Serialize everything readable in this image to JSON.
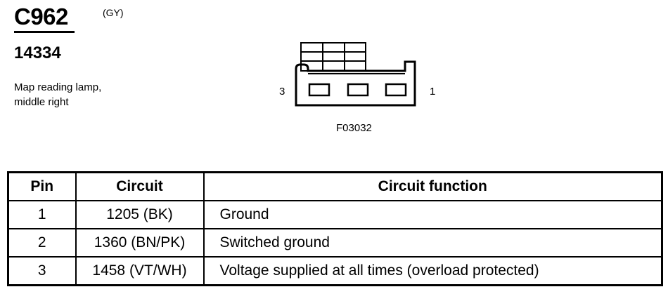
{
  "header": {
    "connector_id": "C962",
    "color_code": "(GY)",
    "part_number": "14334",
    "location_line1": "Map reading lamp,",
    "location_line2": "middle right"
  },
  "diagram": {
    "pin_label_left": "3",
    "pin_label_right": "1",
    "figure_code": "F03032"
  },
  "table": {
    "headers": [
      "Pin",
      "Circuit",
      "Circuit function"
    ],
    "rows": [
      {
        "pin": "1",
        "circuit": "1205 (BK)",
        "function": "Ground"
      },
      {
        "pin": "2",
        "circuit": "1360 (BN/PK)",
        "function": "Switched ground"
      },
      {
        "pin": "3",
        "circuit": "1458 (VT/WH)",
        "function": "Voltage supplied at all times (overload protected)"
      }
    ]
  }
}
